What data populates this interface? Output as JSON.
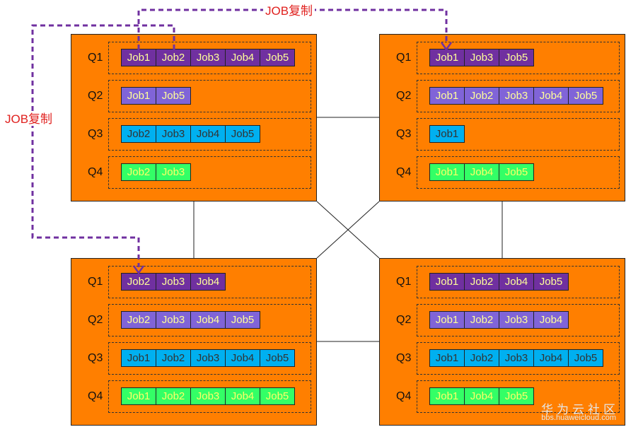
{
  "diagram": {
    "copy_label": "JOB复制",
    "nodes": {
      "tl": {
        "queues": [
          {
            "label": "Q1",
            "jobs": [
              "Job1",
              "Job2",
              "Job3",
              "Job4",
              "Job5"
            ]
          },
          {
            "label": "Q2",
            "jobs": [
              "Job1",
              "Job5"
            ]
          },
          {
            "label": "Q3",
            "jobs": [
              "Job2",
              "Job3",
              "Job4",
              "Job5"
            ]
          },
          {
            "label": "Q4",
            "jobs": [
              "Job2",
              "Job3"
            ]
          }
        ]
      },
      "tr": {
        "queues": [
          {
            "label": "Q1",
            "jobs": [
              "Job1",
              "Job3",
              "Job5"
            ]
          },
          {
            "label": "Q2",
            "jobs": [
              "Job1",
              "Job2",
              "Job3",
              "Job4",
              "Job5"
            ]
          },
          {
            "label": "Q3",
            "jobs": [
              "Job1"
            ]
          },
          {
            "label": "Q4",
            "jobs": [
              "Job1",
              "Job4",
              "Job5"
            ]
          }
        ]
      },
      "bl": {
        "queues": [
          {
            "label": "Q1",
            "jobs": [
              "Job2",
              "Job3",
              "Job4"
            ]
          },
          {
            "label": "Q2",
            "jobs": [
              "Job2",
              "Job3",
              "Job4",
              "Job5"
            ]
          },
          {
            "label": "Q3",
            "jobs": [
              "Job1",
              "Job2",
              "Job3",
              "Job4",
              "Job5"
            ]
          },
          {
            "label": "Q4",
            "jobs": [
              "Job1",
              "Job2",
              "Job3",
              "Job4",
              "Job5"
            ]
          }
        ]
      },
      "br": {
        "queues": [
          {
            "label": "Q1",
            "jobs": [
              "Job1",
              "Job2",
              "Job4",
              "Job5"
            ]
          },
          {
            "label": "Q2",
            "jobs": [
              "Job1",
              "Job2",
              "Job3",
              "Job4"
            ]
          },
          {
            "label": "Q3",
            "jobs": [
              "Job1",
              "Job2",
              "Job3",
              "Job4",
              "Job5"
            ]
          },
          {
            "label": "Q4",
            "jobs": [
              "Job1",
              "Job4",
              "Job5"
            ]
          }
        ]
      }
    },
    "colors": {
      "node_fill": "#FF7F00",
      "q1_job": "#7030A0",
      "q2_job": "#8064D8",
      "q3_job": "#00B0F0",
      "q4_job": "#33FF66",
      "copy_arrow": "#7030A0",
      "copy_label": "#E0201E"
    }
  },
  "watermark": {
    "name": "华为云社区",
    "url": "bbs.huaweicloud.com"
  }
}
